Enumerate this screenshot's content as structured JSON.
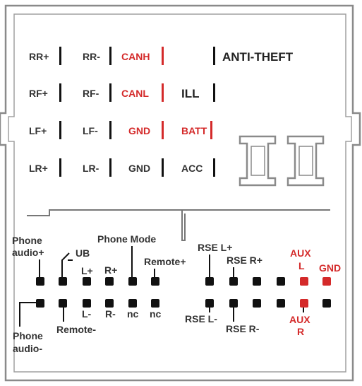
{
  "colors": {
    "background": "#eeeeee",
    "outline": "#8a8a8a",
    "text": "#333333",
    "highlight": "#d42a2a",
    "pin_black": "#111111",
    "pin_red": "#d42a2a"
  },
  "upper_connector": {
    "rows": [
      {
        "c1": "RR+",
        "c2": "RR-",
        "c3": "CANH",
        "c4": "",
        "c5": "ANTI-THEFT"
      },
      {
        "c1": "RF+",
        "c2": "RF-",
        "c3": "CANL",
        "c4": "ILL",
        "c5": ""
      },
      {
        "c1": "LF+",
        "c2": "LF-",
        "c3": "GND",
        "c4": "BATT",
        "c5": ""
      },
      {
        "c1": "LR+",
        "c2": "LR-",
        "c3": "GND",
        "c4": "ACC",
        "c5": ""
      }
    ]
  },
  "lower_connector": {
    "labels": {
      "phone_audio_plus_1": "Phone",
      "phone_audio_plus_2": "audio+",
      "usb": "UB",
      "l_plus": "L+",
      "r_plus": "R+",
      "phone_mode": "Phone Mode",
      "remote_plus": "Remote+",
      "rse_l_plus": "RSE L+",
      "rse_r_plus": "RSE R+",
      "aux_l_1": "AUX",
      "aux_l_2": "L",
      "gnd": "GND",
      "phone_audio_minus_1": "Phone",
      "phone_audio_minus_2": "audio-",
      "remote_minus": "Remote-",
      "l_minus": "L-",
      "r_minus": "R-",
      "nc_1": "nc",
      "nc_2": "nc",
      "rse_l_minus": "RSE L-",
      "rse_r_minus": "RSE R-",
      "aux_r_1": "AUX",
      "aux_r_2": "R"
    },
    "top_row_pins": [
      "black",
      "black",
      "black",
      "black",
      "black",
      "black",
      "black",
      "black",
      "black",
      "black",
      "red",
      "red"
    ],
    "bottom_row_pins": [
      "black",
      "black",
      "black",
      "black",
      "black",
      "black",
      "black",
      "black",
      "black",
      "black",
      "red",
      "black"
    ]
  }
}
